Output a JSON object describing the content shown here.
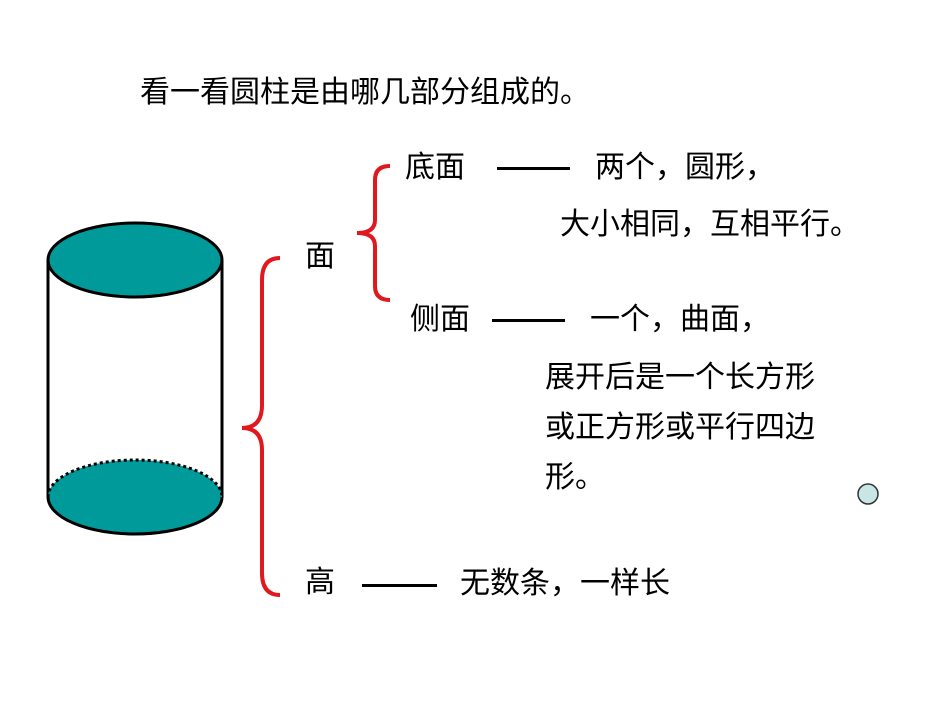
{
  "title": "看一看圆柱是由哪几部分组成的。",
  "face_label": "面",
  "base": {
    "label": "底面",
    "desc1": "两个，圆形，",
    "desc2": "大小相同，互相平行。"
  },
  "side": {
    "label": "侧面",
    "desc1": "一个，曲面，",
    "desc2": "展开后是一个长方形",
    "desc3": "或正方形或平行四边",
    "desc4": "形。"
  },
  "height": {
    "label": "高",
    "desc": "无数条，一样长"
  },
  "colors": {
    "cylinder_fill": "#009a9a",
    "brace": "#e0191e",
    "dot": "#c9e6e6"
  }
}
